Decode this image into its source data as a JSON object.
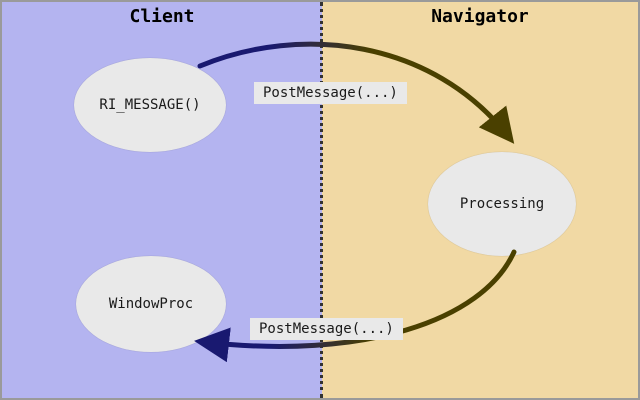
{
  "panels": {
    "left": {
      "title": "Client",
      "bg": "#b4b4f0"
    },
    "right": {
      "title": "Navigator",
      "bg": "#f1d9a4"
    }
  },
  "nodes": {
    "ri_message": {
      "label": "RI_MESSAGE()"
    },
    "processing": {
      "label": "Processing"
    },
    "windowproc": {
      "label": "WindowProc"
    }
  },
  "edges": {
    "top": {
      "label": "PostMessage(...)"
    },
    "bottom": {
      "label": "PostMessage(...)"
    }
  },
  "colors": {
    "node_fill": "#e9e9e9",
    "label_bg": "#e9e9e9",
    "arrow_navy": "#191970",
    "arrow_olive": "#4a4000",
    "divider": "#333333"
  }
}
